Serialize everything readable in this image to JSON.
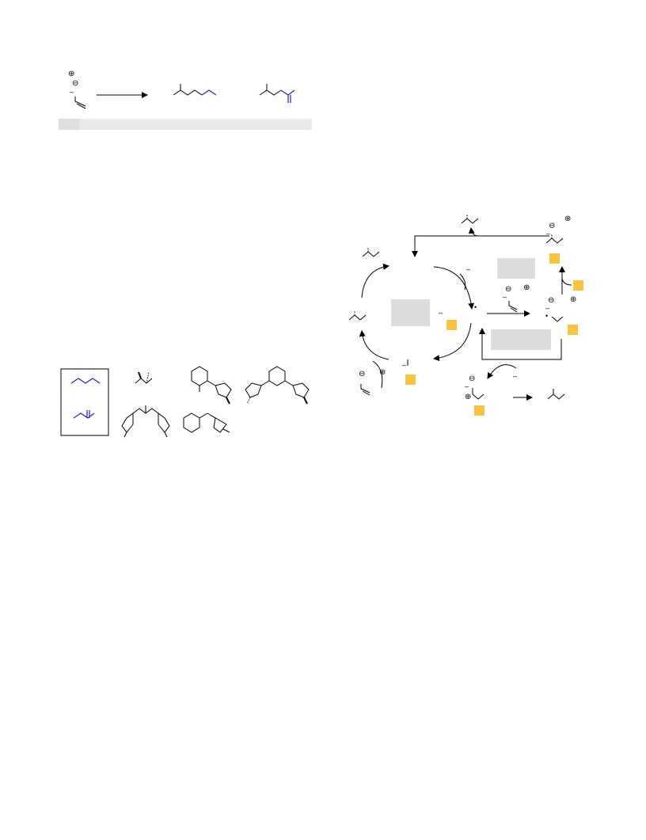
{
  "figure": {
    "reaction_scheme": {
      "reagent_charges": [
        "⊕",
        "⊖",
        "–"
      ],
      "products": [
        "linear-alkyl-product",
        "branched-alkene-product"
      ]
    },
    "ligand_panel": {
      "boxed_structures": [
        "linear-chain",
        "branched-chain"
      ]
    },
    "catalytic_cycle": {
      "charge_labels": [
        "⊖",
        "⊕",
        "–",
        "•"
      ]
    },
    "colors": {
      "highlight_blue": "#2222cc",
      "ion_box": "#f6c343",
      "label_box_gray": "#dcdcdc",
      "bar_gray": "#e9e9e9",
      "ink": "#000000"
    }
  }
}
